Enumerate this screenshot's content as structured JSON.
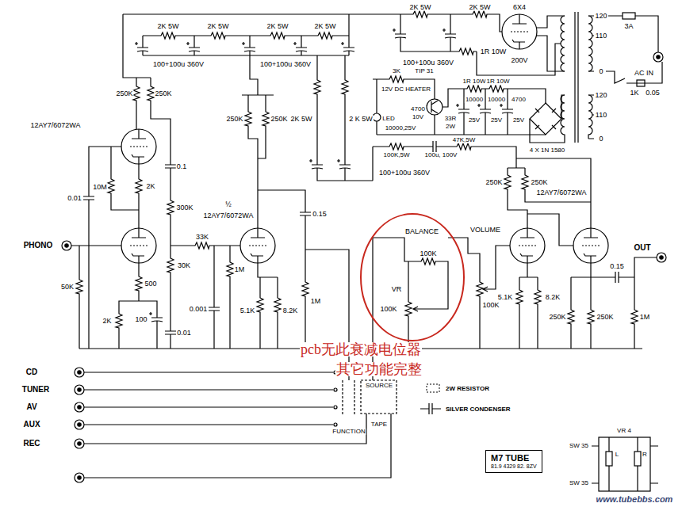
{
  "diagram": {
    "nodes": [
      {
        "text": [
          "M7 TUBE",
          "81.9 4329 82. 8ZV"
        ]
      }
    ],
    "labels": [
      "2K 5W",
      "2K 5W",
      "2K 5W",
      "2K 5W",
      "100+100u 360V",
      "100+100u 360V",
      "2K 5W",
      "2K 5W",
      "6X4",
      "100+100u 360V",
      "1R 10W",
      "200V",
      "120",
      "110",
      "0",
      "120",
      "110",
      "0",
      "3A",
      "AC IN",
      "1K",
      "0.05",
      "250K",
      "250K",
      "12AY7/6072WA",
      "0.1",
      "0.01",
      "10M",
      "2K",
      "250K",
      "250K",
      "½",
      "12AY7/6072WA",
      "300K",
      "33K",
      "30K",
      "1M",
      "0.001",
      "5.1K",
      "8.2K",
      "0.15",
      "1M",
      "PHONO",
      "50K",
      "500",
      "2K",
      "100",
      "0.01",
      "2K 5W",
      "2 K 5W",
      "3K",
      "TIP 31",
      "12V DC HEATER",
      "LED",
      "10000,25V",
      "33R",
      "2W",
      "4700",
      "10V",
      "1R 10W",
      "1R 10W",
      "10000",
      "25V",
      "10000",
      "25V",
      "4700",
      "25V",
      "47K,5W",
      "100K,5W",
      "100u, 100V",
      "4 X 1N 1580",
      "100+100u 360V",
      "250K",
      "250K",
      "12AY7/6072WA",
      "BALANCE",
      "100K",
      "VR",
      "100K",
      "VOLUME",
      "100K",
      "5.1K",
      "8.2K",
      "250K",
      "250K",
      "0.15",
      "1M",
      "OUT",
      "pcb无此衰减电位器",
      "其它功能完整",
      "CD",
      "TUNER",
      "AV",
      "AUX",
      "REC",
      "SOURCE",
      "FUNCTION",
      "TAPE",
      "VR 4",
      "SW 35",
      "SW 35",
      "L",
      "R",
      "www.tubebbs.com"
    ],
    "legend": [
      {
        "text": "2W RESISTOR"
      },
      {
        "text": "SILVER CONDENSER"
      }
    ]
  }
}
